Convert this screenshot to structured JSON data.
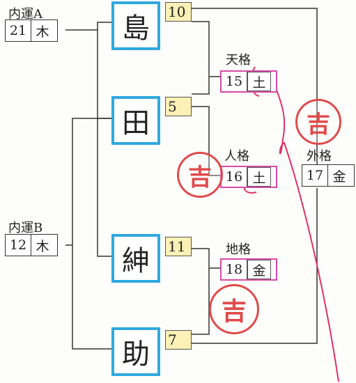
{
  "characters": [
    "島",
    "田",
    "紳",
    "助"
  ],
  "stroke_counts": [
    "10",
    "5",
    "11",
    "7"
  ],
  "inner_a": {
    "label": "内運A",
    "value": "21",
    "element": "木"
  },
  "inner_b": {
    "label": "内運B",
    "value": "12",
    "element": "木"
  },
  "tenkaku": {
    "label": "天格",
    "value": "15",
    "element": "土"
  },
  "jinkaku": {
    "label": "人格",
    "value": "16",
    "element": "土"
  },
  "chikaku": {
    "label": "地格",
    "value": "18",
    "element": "金"
  },
  "gaikaku": {
    "label": "外格",
    "value": "17",
    "element": "金"
  },
  "seal_text": "吉",
  "colors": {
    "char_border": "#2fa9de",
    "stroke_fill": "#fbf1b6",
    "box_border_pink": "#d64aa6",
    "seal_red": "#e04a4a",
    "pen_red": "#e0306a"
  }
}
